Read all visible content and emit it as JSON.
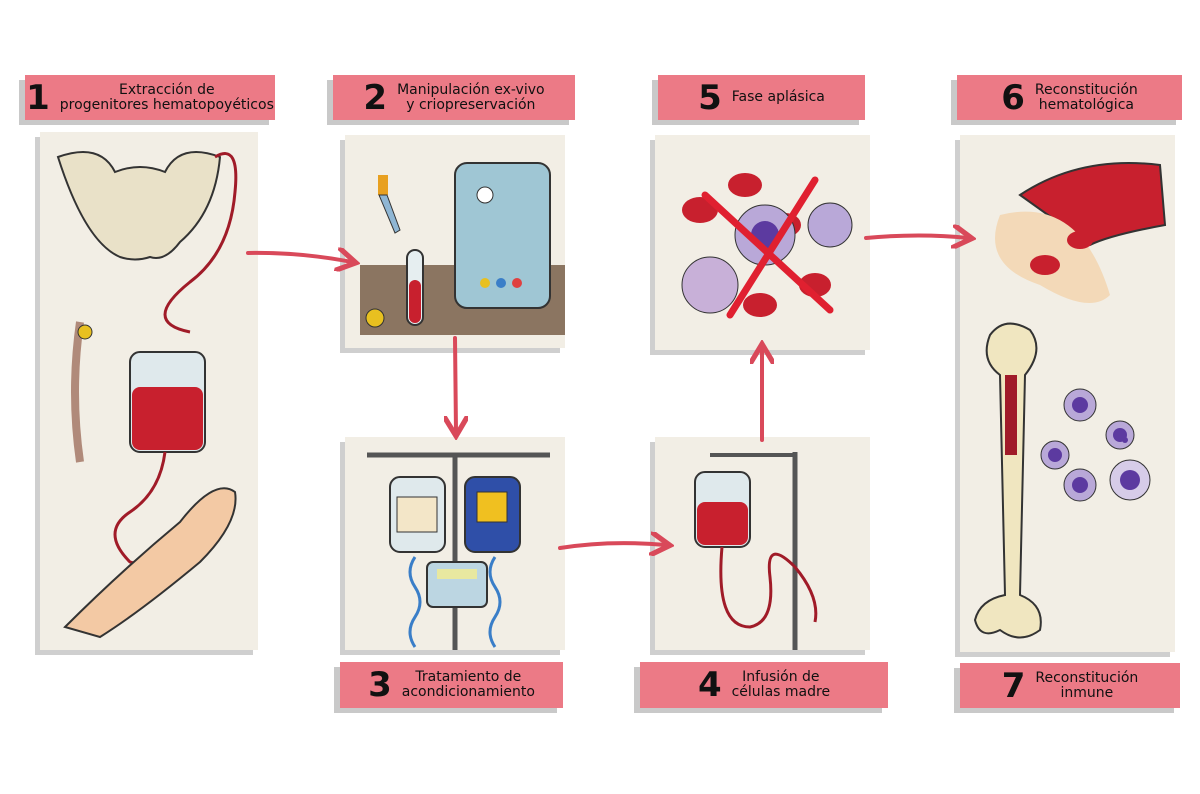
{
  "steps": [
    {
      "num": "1",
      "text": "Extracción de\nprogenitores hematopoyéticos"
    },
    {
      "num": "2",
      "text": "Manipulación ex-vivo\ny criopreservación"
    },
    {
      "num": "3",
      "text": "Tratamiento de\nacondicionamiento"
    },
    {
      "num": "4",
      "text": "Infusión de\ncélulas madre"
    },
    {
      "num": "5",
      "text": "Fase aplásica"
    },
    {
      "num": "6",
      "text": "Reconstitución\nhematológica"
    },
    {
      "num": "7",
      "text": "Reconstitución\ninmune"
    }
  ],
  "colors": {
    "label": "#ec7a86",
    "arrow": "#d9495a",
    "blood": "#c8202e",
    "panel": "#f2eee5"
  }
}
